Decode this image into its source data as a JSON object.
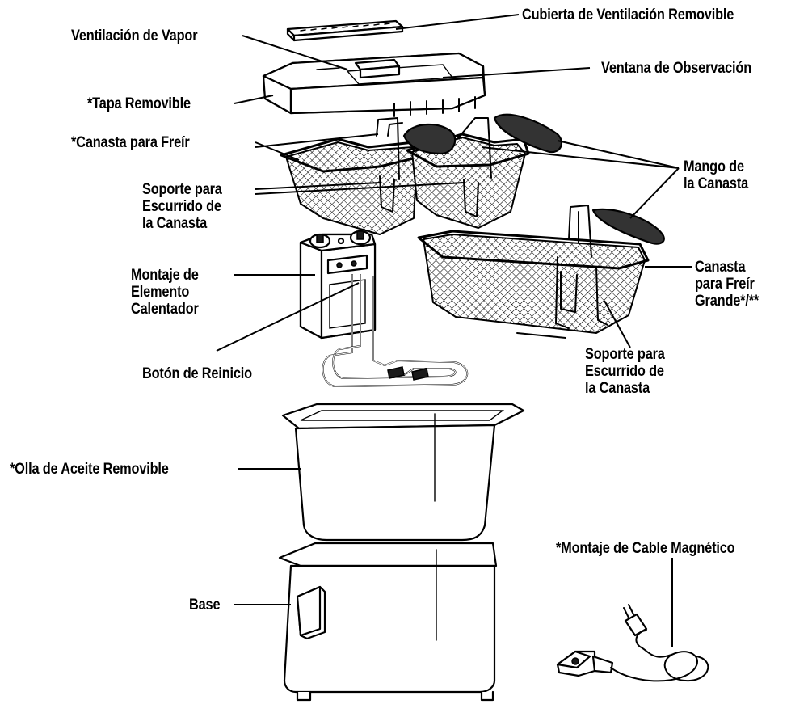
{
  "labels": {
    "cubierta_ventilacion": "Cubierta de Ventilación Removible",
    "ventilacion_vapor": "Ventilación de Vapor",
    "ventana_observacion": "Ventana de Observación",
    "tapa_removible": "*Tapa Removible",
    "canasta_freir": "*Canasta para Freír",
    "soporte_escurrido_left": [
      "Soporte para",
      "Escurrido de",
      "la Canasta"
    ],
    "mango_canasta": [
      "Mango de",
      "la Canasta"
    ],
    "montaje_elemento": [
      "Montaje de",
      "Elemento",
      "Calentador"
    ],
    "canasta_grande": [
      "Canasta",
      "para Freír",
      "Grande*/**"
    ],
    "boton_reinicio": "Botón de Reinicio",
    "soporte_escurrido_right": [
      "Soporte para",
      "Escurrido de",
      "la Canasta"
    ],
    "olla_aceite": "*Olla de Aceite Removible",
    "montaje_cable": "*Montaje de Cable Magnético",
    "base": "Base"
  }
}
